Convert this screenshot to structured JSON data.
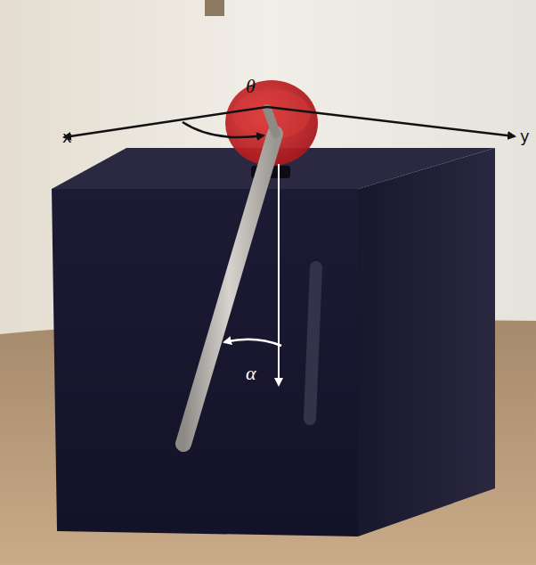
{
  "diagram": {
    "labels": [
      "x",
      "y",
      "θ",
      "α"
    ]
  }
}
